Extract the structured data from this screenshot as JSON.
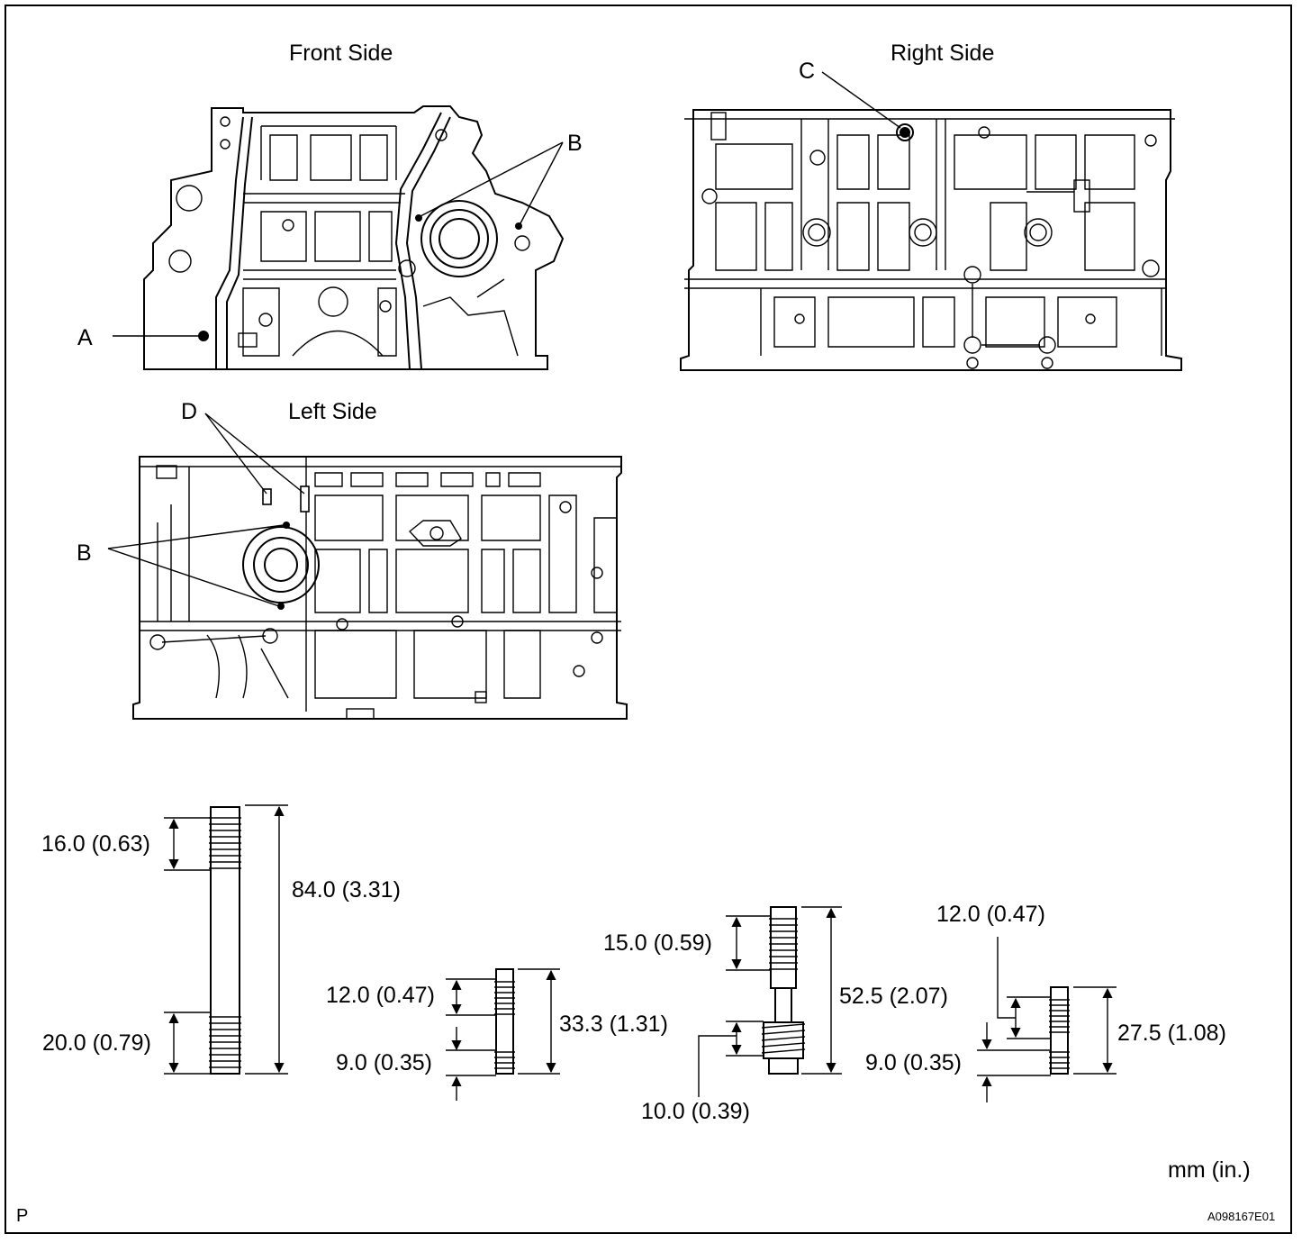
{
  "views": {
    "front": "Front Side",
    "right": "Right Side",
    "left": "Left Side"
  },
  "callouts": {
    "a": "A",
    "b_front": "B",
    "c": "C",
    "d": "D",
    "b_left": "B"
  },
  "studs": {
    "s1": {
      "top": "16.0 (0.63)",
      "bottom": "20.0 (0.79)",
      "total": "84.0 (3.31)"
    },
    "s2": {
      "top": "12.0 (0.47)",
      "bottom": "9.0 (0.35)",
      "total": "33.3 (1.31)"
    },
    "s3": {
      "top": "15.0 (0.59)",
      "bottom": "10.0 (0.39)",
      "total": "52.5 (2.07)"
    },
    "s4": {
      "top": "12.0 (0.47)",
      "bottom": "9.0 (0.35)",
      "total": "27.5 (1.08)"
    }
  },
  "units": "mm (in.)",
  "corner_mark": "P",
  "figure_code": "A098167E01"
}
